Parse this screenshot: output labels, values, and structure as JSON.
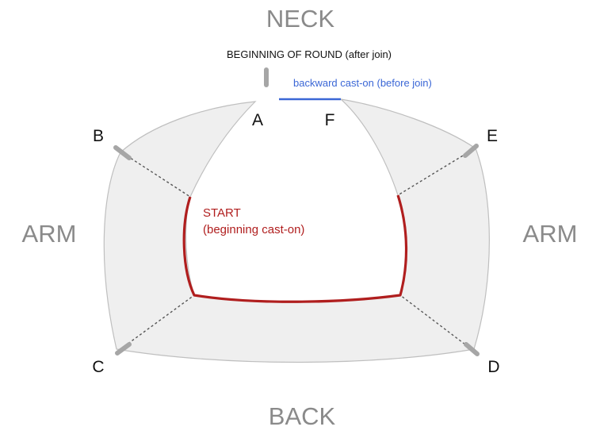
{
  "diagram": {
    "regions": {
      "neck": "NECK",
      "back": "BACK",
      "arm_left": "ARM",
      "arm_right": "ARM"
    },
    "points": {
      "a": "A",
      "b": "B",
      "c": "C",
      "d": "D",
      "e": "E",
      "f": "F"
    },
    "annotations": {
      "beginning_of_round": "BEGINNING OF ROUND (after join)",
      "backward_cast_on": "backward cast-on (before join)",
      "start": "START",
      "beginning_cast_on": "(beginning cast-on)"
    },
    "colors": {
      "fabric_fill": "#efefef",
      "fabric_outline": "#bfbfbf",
      "region_label": "#8a8a8a",
      "start_line": "#b01e1e",
      "backward_cast_on": "#3b67d6",
      "marker": "#a6a6a6",
      "point_label": "#111111"
    }
  }
}
